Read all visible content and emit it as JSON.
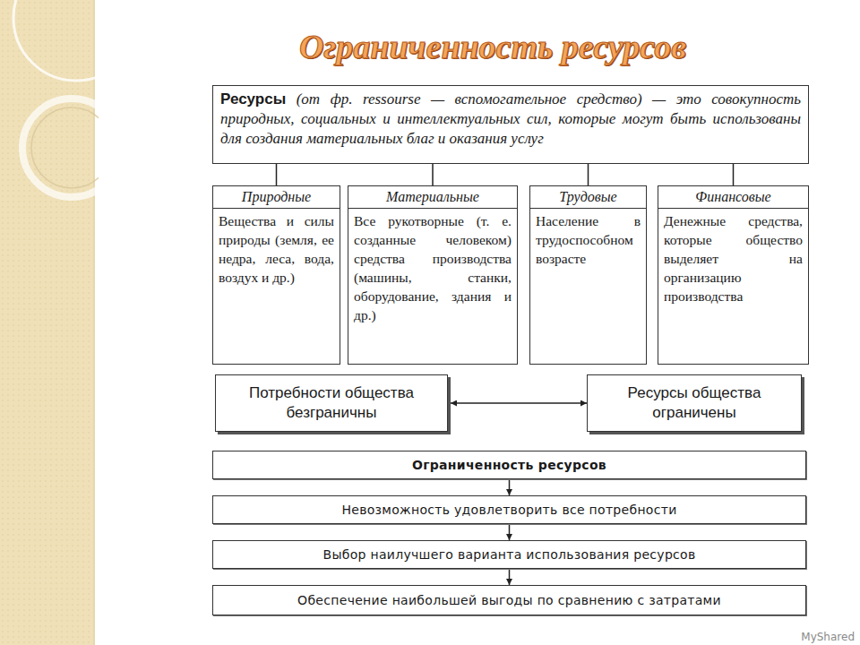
{
  "diagram": {
    "title": "Ограниченность ресурсов",
    "nodes": [
      {
        "text": [
          "Ресурсы",
          "(от фр. ressourse — вспомогательное средство) — это совокупность природных, социальных и интеллектуальных сил, которые могут быть использованы для создания материальных благ и оказания услуг"
        ]
      },
      {
        "text": [
          "Природные",
          "Вещества и силы природы (земля, ее недра, леса, вода, воздух и др.)"
        ]
      },
      {
        "text": [
          "Материальные",
          "Все рукотворные (т. е. созданные человеком) средства производства (машины, станки, оборудование, здания и др.)"
        ]
      },
      {
        "text": [
          "Трудовые",
          "Население в трудоспособном возрасте"
        ]
      },
      {
        "text": [
          "Финансовые",
          "Денежные средства, которые общество выделяет на организацию производства"
        ]
      },
      {
        "text": [
          "Потребности общества безграничны"
        ]
      },
      {
        "text": [
          "Ресурсы общества ограничены"
        ]
      },
      {
        "text": [
          "Ограниченность ресурсов"
        ]
      },
      {
        "text": [
          "Невозможность удовлетворить все потребности"
        ]
      },
      {
        "text": [
          "Выбор наилучшего варианта использования ресурсов"
        ]
      },
      {
        "text": [
          "Обеспечение наибольшей выгоды по сравнению с затратами"
        ]
      }
    ],
    "edges": [
      {
        "from": 0,
        "to": 1,
        "arrow": "none"
      },
      {
        "from": 0,
        "to": 2,
        "arrow": "none"
      },
      {
        "from": 0,
        "to": 3,
        "arrow": "none"
      },
      {
        "from": 0,
        "to": 4,
        "arrow": "none"
      },
      {
        "from": 5,
        "to": 6,
        "arrow": "both"
      },
      {
        "from": 7,
        "to": 8,
        "arrow": "to"
      },
      {
        "from": 8,
        "to": 9,
        "arrow": "to"
      },
      {
        "from": 9,
        "to": 10,
        "arrow": "to"
      }
    ],
    "labels": [
      "MyShared"
    ]
  }
}
